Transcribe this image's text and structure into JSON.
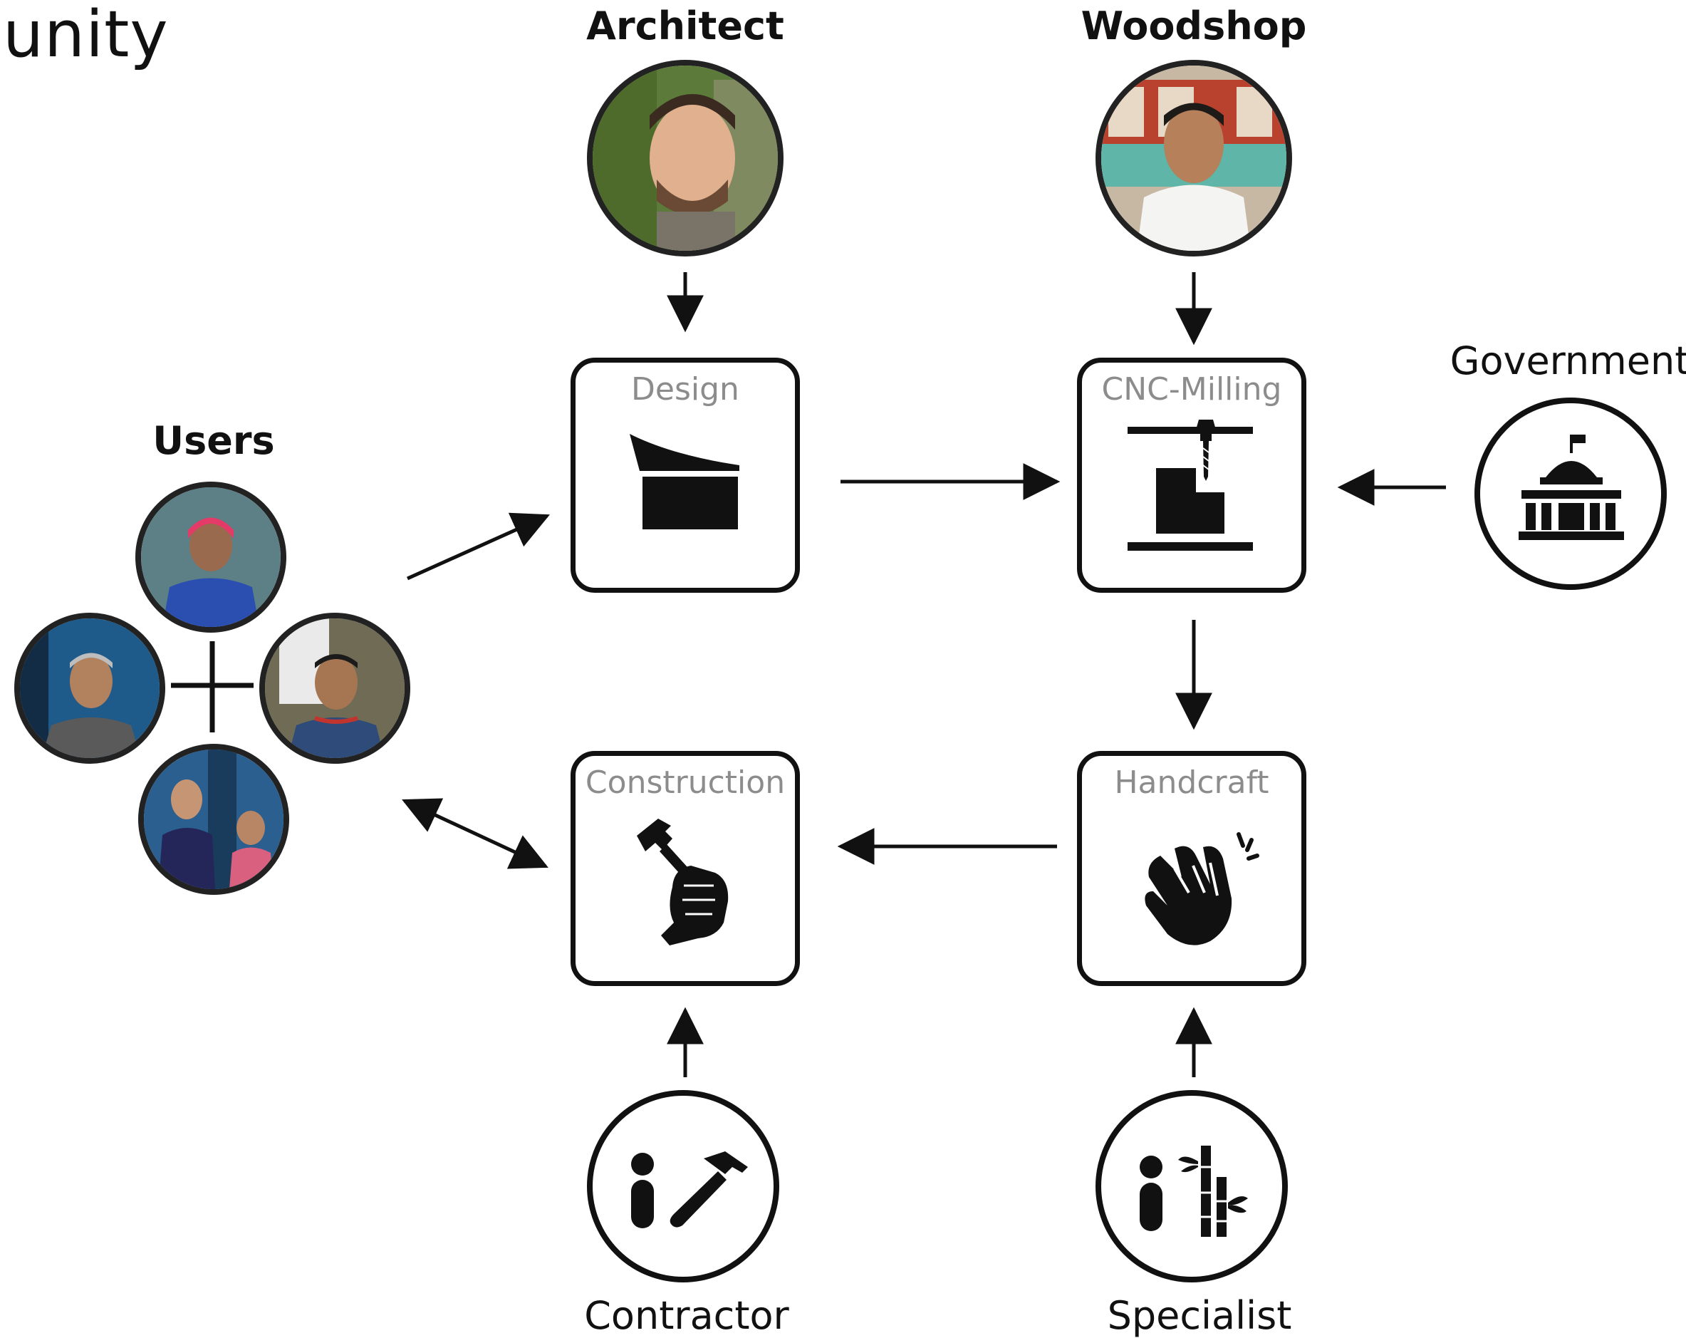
{
  "page": {
    "title": "unity"
  },
  "actors": {
    "architect": {
      "label": "Architect"
    },
    "woodshop": {
      "label": "Woodshop"
    },
    "users": {
      "label": "Users"
    },
    "government": {
      "label": "Government"
    },
    "contractor": {
      "label": "Contractor"
    },
    "specialist": {
      "label": "Specialist"
    }
  },
  "steps": {
    "design": {
      "label": "Design",
      "icon": "roof-block-icon"
    },
    "cnc": {
      "label": "CNC-Milling",
      "icon": "cnc-mill-icon"
    },
    "construction": {
      "label": "Construction",
      "icon": "hand-hammer-icon"
    },
    "handcraft": {
      "label": "Handcraft",
      "icon": "clapping-hands-icon"
    }
  },
  "icons": {
    "government": "government-building-icon",
    "contractor": "person-hammer-icon",
    "specialist": "person-bamboo-icon"
  },
  "colors": {
    "line": "#111111",
    "step_label": "#8c8c8c",
    "photo_border": "#222222"
  }
}
